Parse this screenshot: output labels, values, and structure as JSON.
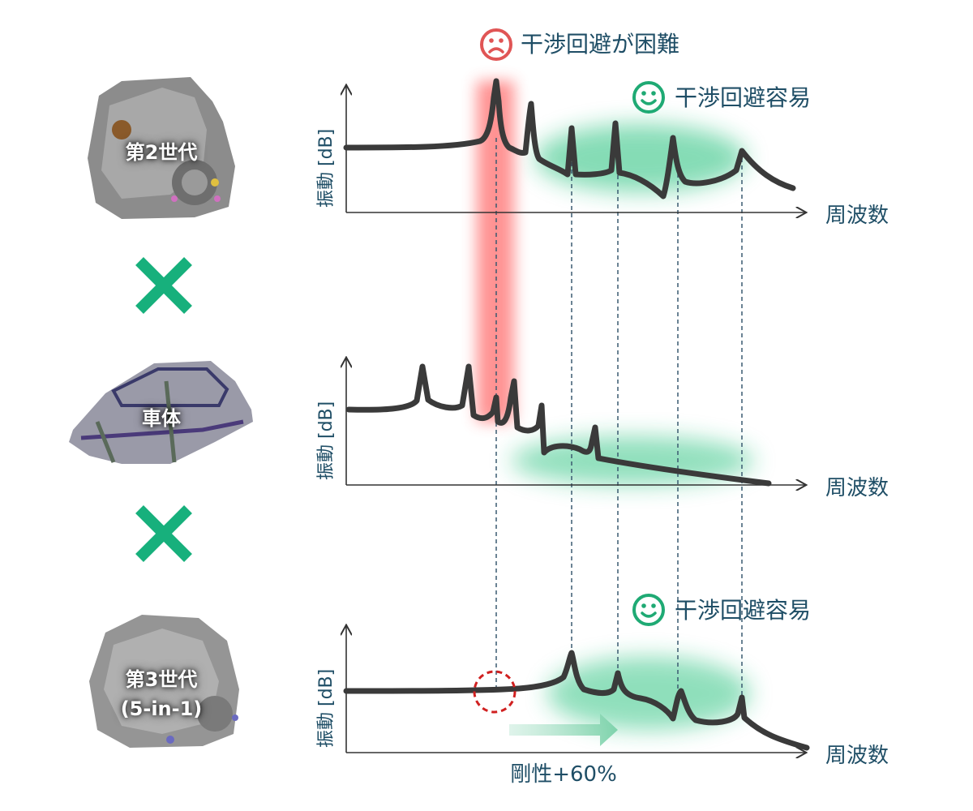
{
  "left_column": {
    "gen2_label": "第2世代",
    "body_label": "車体",
    "gen3_label_line1": "第3世代",
    "gen3_label_line2": "(5-in-1)"
  },
  "annotations": {
    "difficult": "干渉回避が困難",
    "easy_top": "干渉回避容易",
    "easy_bottom": "干渉回避容易",
    "stiffness": "剛性+60%"
  },
  "axes": {
    "y_label": "振動 [dB]",
    "x_label": "周波数"
  },
  "colors": {
    "curve": "#3a3a3a",
    "axis": "#333333",
    "label_text": "#1f4e66",
    "red_accent": "#e05555",
    "green_accent": "#1faa74",
    "dashed": "#3a5a70"
  },
  "icons": {
    "sad": "frown-face-icon",
    "happy": "smile-face-icon",
    "cross": "multiply-cross-icon"
  }
}
